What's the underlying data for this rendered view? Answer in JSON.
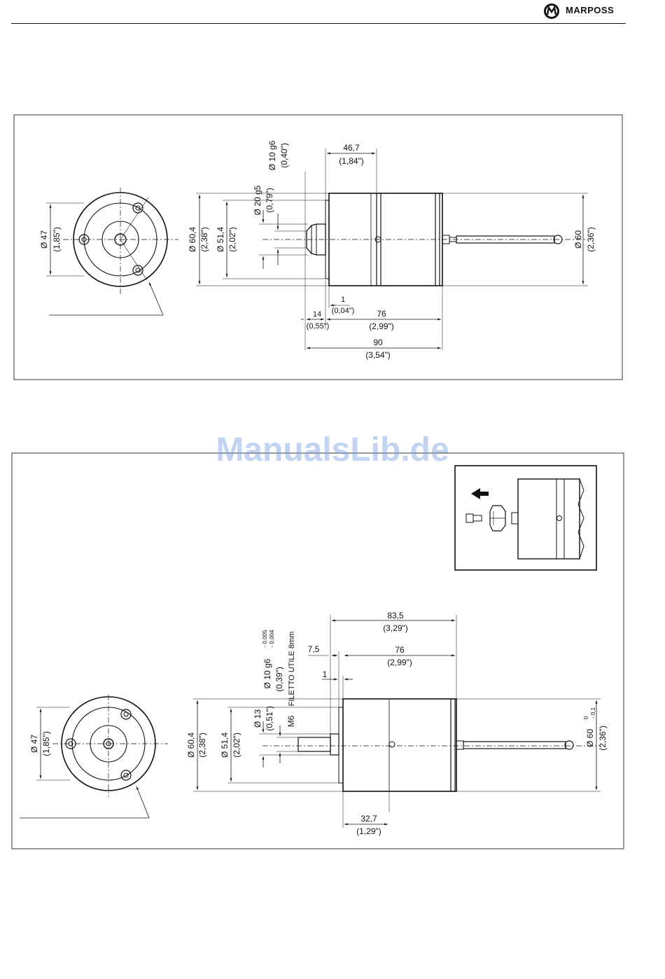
{
  "header": {
    "brand": "MARPOSS"
  },
  "watermark": "ManualsLib.de",
  "drawing1": {
    "dims": {
      "d47": "Ø 47",
      "d47_in": "(1,85\")",
      "d604": "Ø 60,4",
      "d604_in": "(2,38\")",
      "d514": "Ø 51,4",
      "d514_in": "(2,02\")",
      "d20": "Ø 20  g5",
      "d20_in": "(0,79\")",
      "d10": "Ø 10  g6",
      "d10_in": "(0,40\")",
      "l467": "46,7",
      "l467_in": "(1,84\")",
      "d60": "Ø 60",
      "d60_in": "(2,36\")",
      "l1": "1",
      "l1_in": "(0,04\")",
      "l14": "14",
      "l14_in": "(0,55\")",
      "l76": "76",
      "l76_in": "(2,99\")",
      "l90": "90",
      "l90_in": "(3,54\")"
    }
  },
  "drawing2": {
    "dims": {
      "l835": "83,5",
      "l835_in": "(3,29\")",
      "l75": "7,5",
      "l76": "76",
      "l76_in": "(2,99\")",
      "l1": "1",
      "d10": "Ø 10   g6",
      "d10_tol_upper": "- 0,005",
      "d10_tol_lower": "- 0,004",
      "d10_in": "(0,39\")",
      "thread_note": "FILETTO UTILE  8mm",
      "d13": "Ø 13",
      "d13_in": "(0,51\")",
      "m6": "M6",
      "d47": "Ø 47",
      "d47_in": "(1,85\")",
      "d604": "Ø 60,4",
      "d604_in": "(2,38\")",
      "d514": "Ø 51,4",
      "d514_in": "(2,02\")",
      "d60": "Ø 60",
      "d60_tol_upper": "0",
      "d60_tol_lower": "- 0,1",
      "d60_in": "(2,36\")",
      "l327": "32,7",
      "l327_in": "(1,29\")"
    }
  },
  "icons": {
    "logo": "marposs-logo-icon",
    "arrow": "arrow-left-icon"
  }
}
